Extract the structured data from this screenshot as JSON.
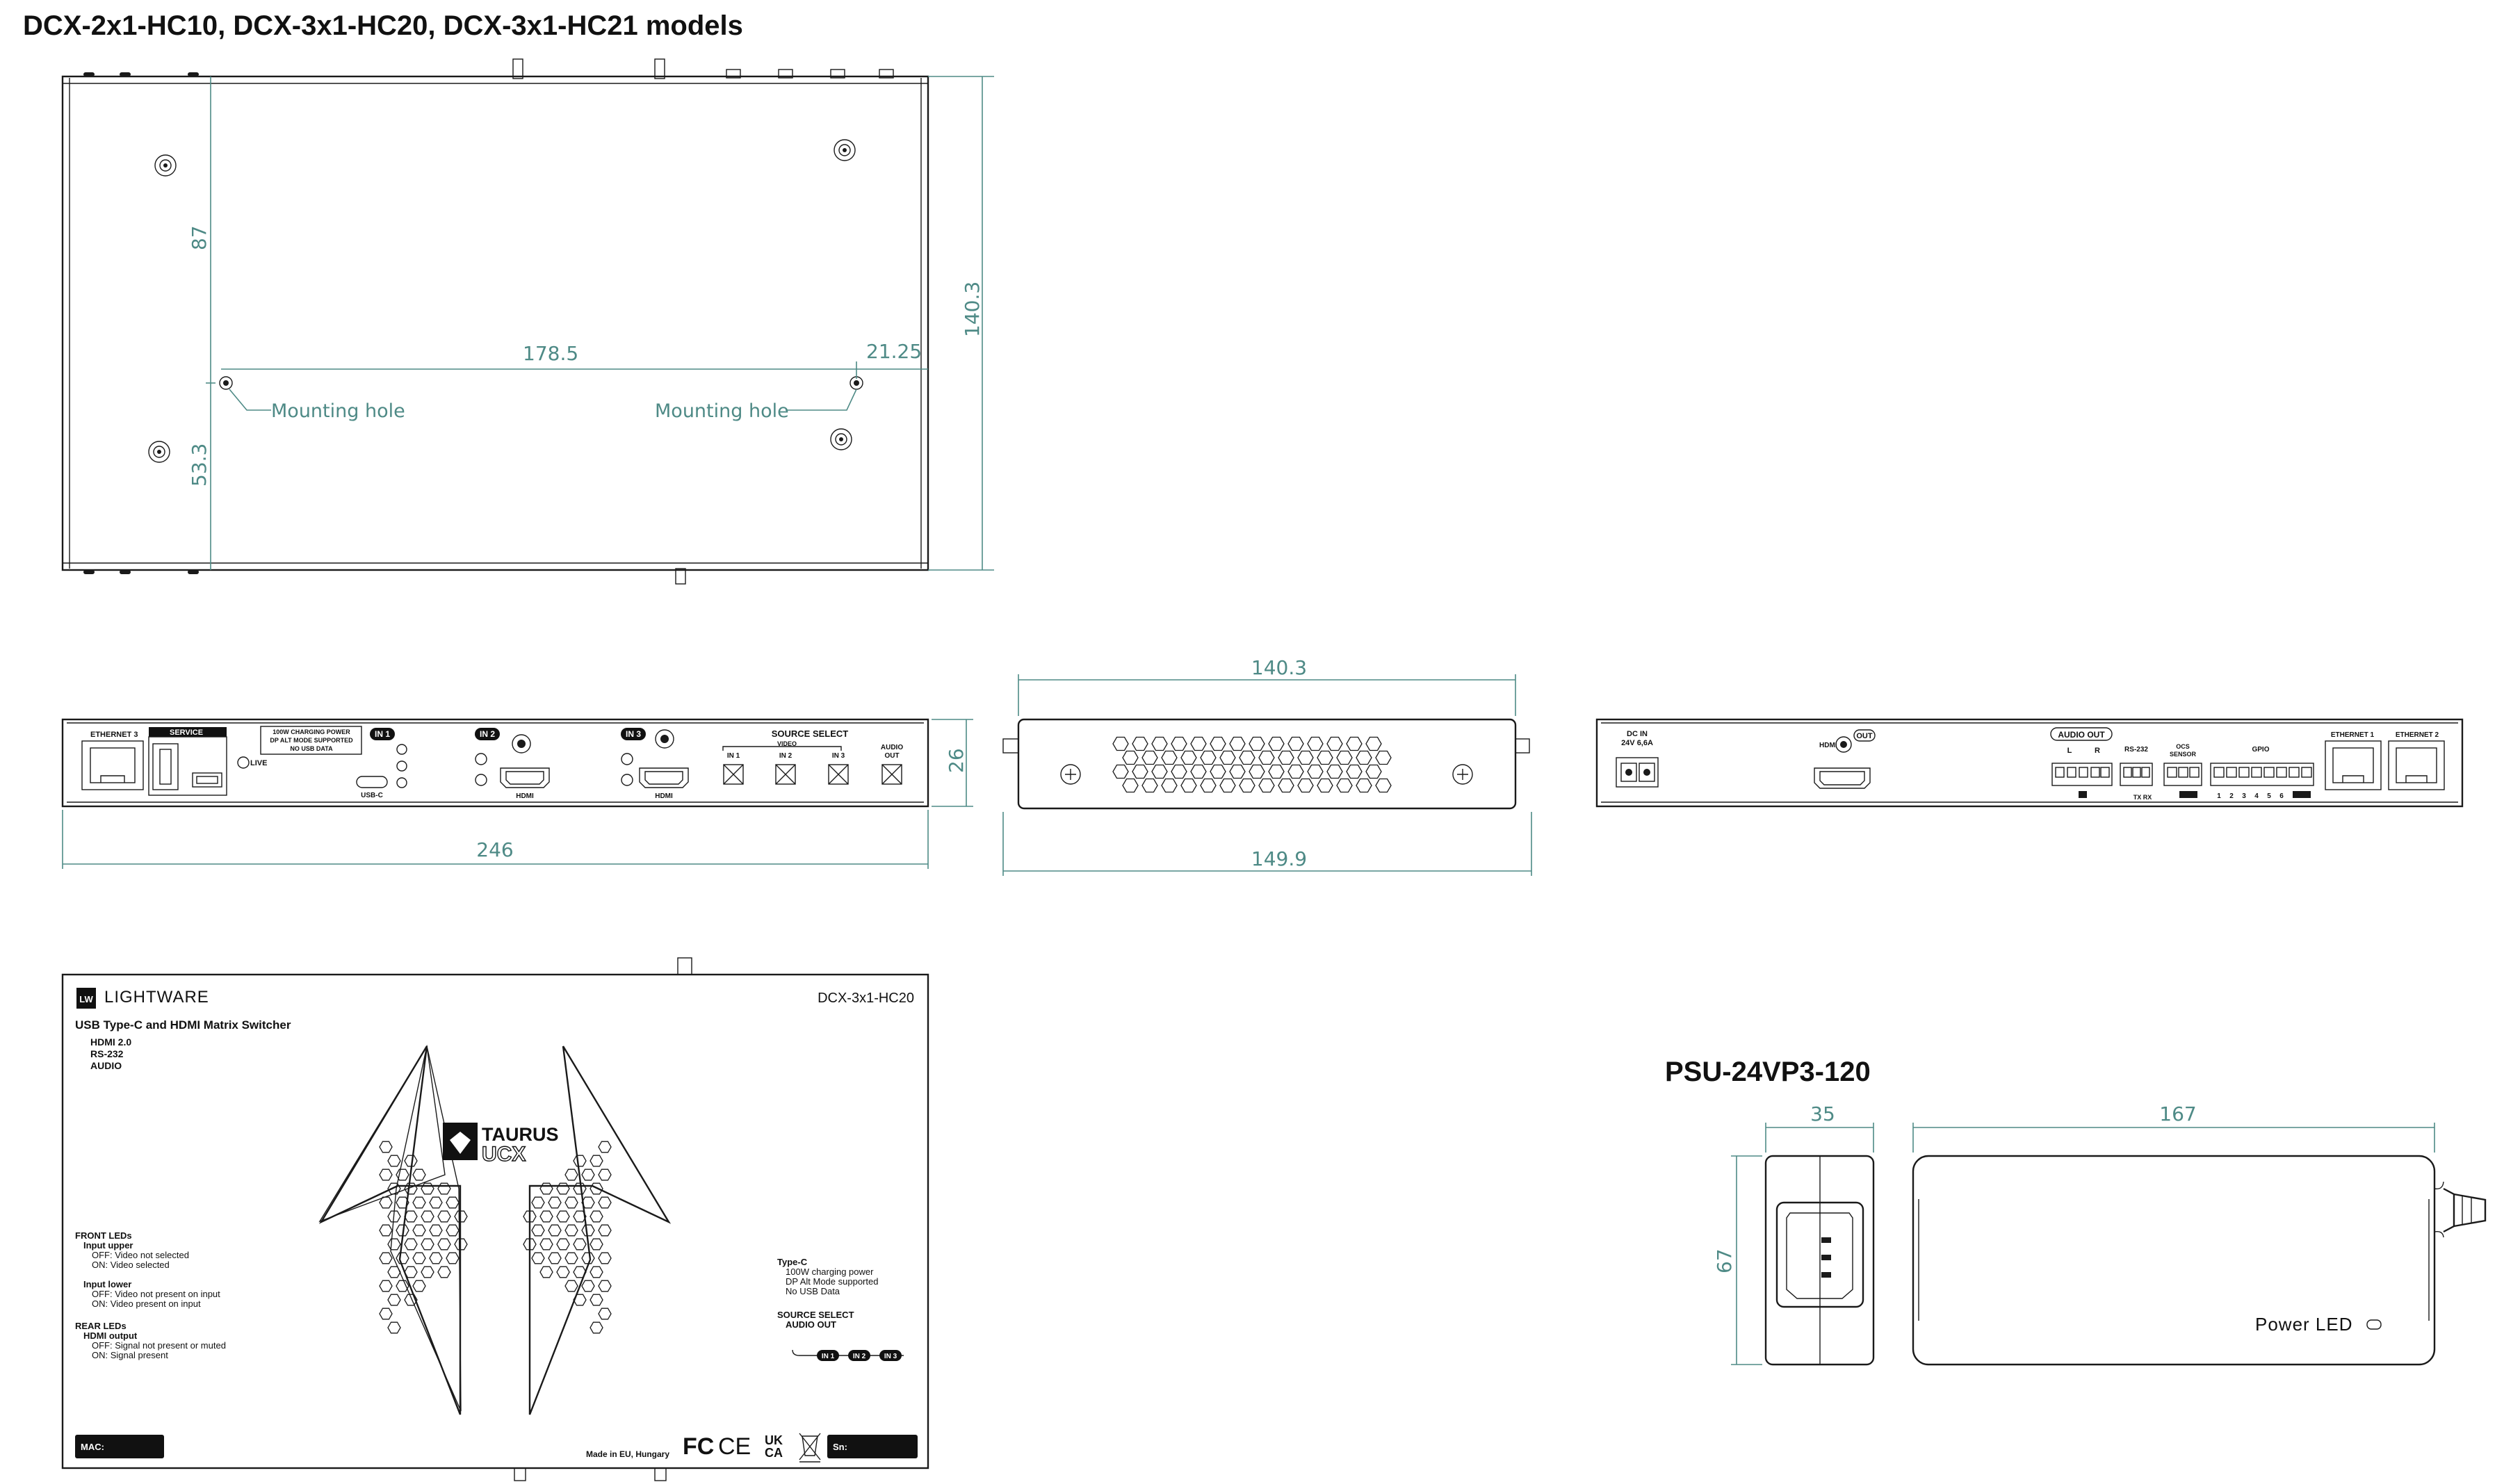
{
  "main_title": "DCX-2x1-HC10, DCX-3x1-HC20, DCX-3x1-HC21 models",
  "psu_title": "PSU-24VP3-120",
  "top_view": {
    "dims": {
      "d87": "87",
      "d1785": "178.5",
      "d2125": "21.25",
      "d533": "53.3",
      "d1403_v": "140.3"
    },
    "mounting_hole_left": "Mounting hole",
    "mounting_hole_right": "Mounting hole"
  },
  "front_view": {
    "ethernet": "ETHERNET 3",
    "service": "SERVICE",
    "live": "LIVE",
    "charge_box": [
      "100W CHARGING POWER",
      "DP ALT MODE SUPPORTED",
      "NO USB DATA"
    ],
    "in1": "IN 1",
    "in2": "IN 2",
    "in3": "IN 3",
    "usbc": "USB-C",
    "hdmi1": "HDMI",
    "hdmi2": "HDMI",
    "source_select": "SOURCE SELECT",
    "video": "VIDEO",
    "sel_in1": "IN 1",
    "sel_in2": "IN 2",
    "sel_in3": "IN 3",
    "audio_out": [
      "AUDIO",
      "OUT"
    ],
    "dim_width": "246",
    "dim_height": "26"
  },
  "side_view": {
    "dim_top": "140.3",
    "dim_bottom": "149.9"
  },
  "rear_view": {
    "dc_in": [
      "DC IN",
      "24V 6,6A"
    ],
    "hdmi": "HDMI",
    "out": "OUT",
    "audio_out": "AUDIO OUT",
    "l": "L",
    "r": "R",
    "rs232": "RS-232",
    "txrx": "TX RX",
    "ocs": [
      "OCS",
      "SENSOR"
    ],
    "gpio": "GPIO",
    "gpio_pins": [
      "1",
      "2",
      "3",
      "4",
      "5",
      "6"
    ],
    "eth1": "ETHERNET 1",
    "eth2": "ETHERNET 2"
  },
  "label_view": {
    "brand": "LIGHTWARE",
    "lw": "LW",
    "model": "DCX-3x1-HC20",
    "product": "USB Type-C and HDMI Matrix Switcher",
    "features": [
      "HDMI 2.0",
      "RS-232",
      "AUDIO"
    ],
    "taurus": "TAURUS",
    "ucx": "UCX",
    "front_leds": [
      "FRONT LEDs",
      "Input upper",
      "OFF: Video not selected",
      "ON: Video selected",
      "Input lower",
      "OFF: Video not present on input",
      "ON: Video present on input"
    ],
    "rear_leds": [
      "REAR LEDs",
      "HDMI output",
      "OFF: Signal not present or muted",
      "ON: Signal present"
    ],
    "typec": [
      "Type-C",
      "100W charging power",
      "DP Alt Mode supported",
      "No USB Data"
    ],
    "source_select": [
      "SOURCE SELECT",
      "AUDIO OUT"
    ],
    "chain": [
      "IN 1",
      "IN 2",
      "IN 3"
    ],
    "mac": "MAC:",
    "sn": "Sn:",
    "made_in": "Made in EU, Hungary",
    "certs": [
      "FC",
      "CE",
      "UK",
      "CA"
    ]
  },
  "psu": {
    "d35": "35",
    "d167": "167",
    "d67": "67",
    "power_led": "Power LED"
  }
}
